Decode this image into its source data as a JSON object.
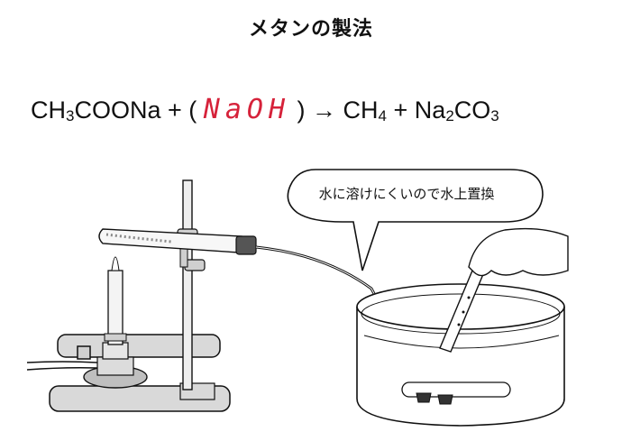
{
  "title": "メタンの製法",
  "equation": {
    "reactant": "CH",
    "reactant_sub": "3",
    "reactant_rest": "COONa + (",
    "answer": "NaOH",
    "arrow_part": ") → CH",
    "product1_sub": "4",
    "plus": "+ Na",
    "product2_sub": "2",
    "product2_rest": "CO",
    "product2_sub2": "3"
  },
  "bubble": {
    "text": "水に溶けにくいので水上置換"
  },
  "colors": {
    "answer": "#d6223a",
    "line": "#111111",
    "gray_base": "#d9d9d9",
    "flame_gray": "#bfbfbf"
  }
}
